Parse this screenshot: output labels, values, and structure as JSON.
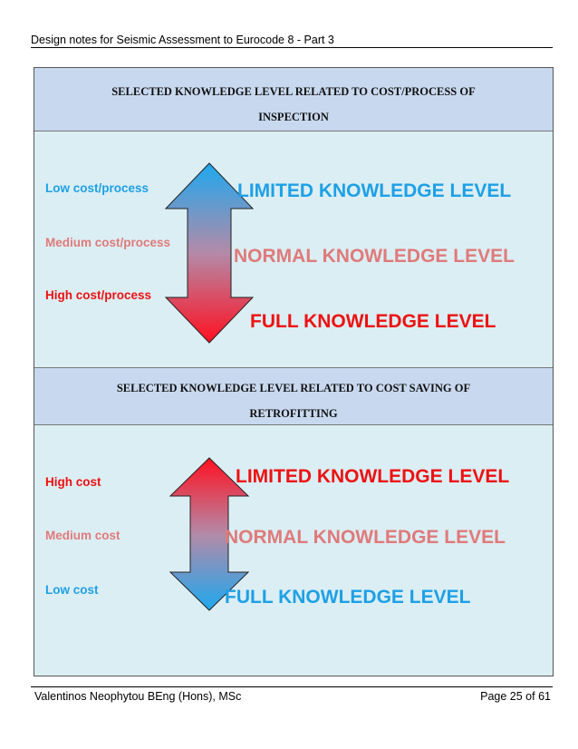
{
  "header": {
    "title": "Design notes for Seismic Assessment to Eurocode 8 - Part 3"
  },
  "section_inspection": {
    "title_line1": "SELECTED KNOWLEDGE LEVEL RELATED TO COST/PROCESS OF",
    "title_line2": "INSPECTION",
    "costs": [
      "Low cost/process",
      "Medium cost/process",
      "High cost/process"
    ],
    "levels": [
      "LIMITED KNOWLEDGE LEVEL",
      "NORMAL KNOWLEDGE LEVEL",
      "FULL KNOWLEDGE LEVEL"
    ]
  },
  "section_retrofitting": {
    "title_line1": "SELECTED KNOWLEDGE LEVEL RELATED TO COST SAVING OF",
    "title_line2": "RETROFITTING",
    "costs": [
      "High cost",
      "Medium cost",
      "Low cost"
    ],
    "levels": [
      "LIMITED KNOWLEDGE LEVEL",
      "NORMAL KNOWLEDGE LEVEL",
      "FULL KNOWLEDGE LEVEL"
    ]
  },
  "colors": {
    "blue": "#1ea0e6",
    "pink": "#e07a7a",
    "red": "#ee1111",
    "band": "#c8d9ef",
    "panel": "#dbeef4"
  },
  "footer": {
    "author": "Valentinos Neophytou BEng (Hons), MSc",
    "page": "Page 25 of 61"
  }
}
